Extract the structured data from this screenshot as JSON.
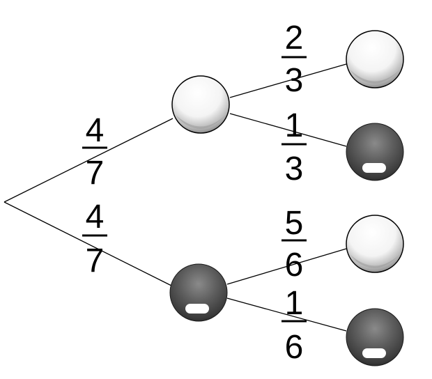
{
  "tree": {
    "first_stage": [
      {
        "ball": "white",
        "probability": {
          "numerator": "4",
          "denominator": "7"
        }
      },
      {
        "ball": "dark",
        "probability": {
          "numerator": "4",
          "denominator": "7"
        }
      }
    ],
    "second_stage": [
      {
        "ball": "white",
        "probability": {
          "numerator": "2",
          "denominator": "3"
        }
      },
      {
        "ball": "dark",
        "probability": {
          "numerator": "1",
          "denominator": "3"
        }
      },
      {
        "ball": "white",
        "probability": {
          "numerator": "5",
          "denominator": "6"
        }
      },
      {
        "ball": "dark",
        "probability": {
          "numerator": "1",
          "denominator": "6"
        }
      }
    ]
  },
  "colors": {
    "white_ball": "#f8f8f8",
    "dark_ball": "#5a5a5a",
    "line": "#000000"
  }
}
